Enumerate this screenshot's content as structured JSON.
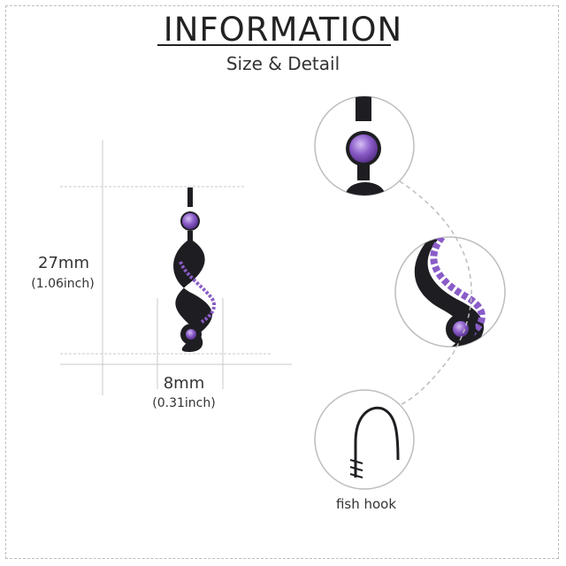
{
  "header": {
    "title": "INFORMATION",
    "subtitle": "Size & Detail"
  },
  "dimensions": {
    "height_mm": "27mm",
    "height_inch": "(1.06inch)",
    "width_mm": "8mm",
    "width_inch": "(0.31inch)"
  },
  "details": {
    "hook_caption": "fish hook"
  },
  "colors": {
    "metal": "#1e1e22",
    "stone": "#8a5cc8",
    "stone_light": "#b995e6",
    "guide": "#c8c8c8"
  }
}
